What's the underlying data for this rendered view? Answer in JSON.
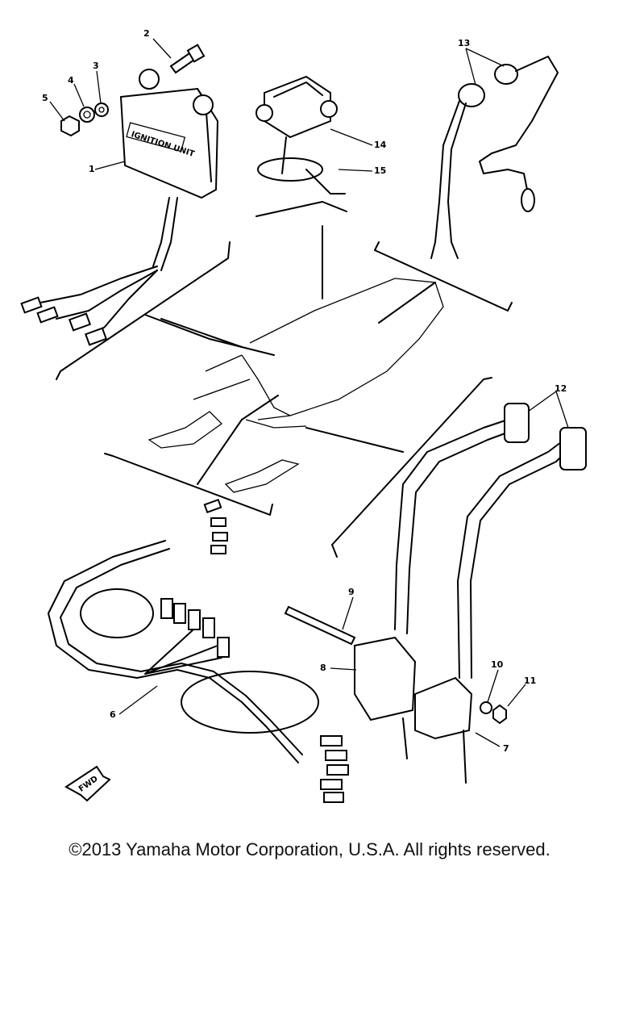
{
  "diagram": {
    "unit_label": "IGNITION UNIT",
    "fwd_label": "FWD",
    "callouts": [
      {
        "id": "c1",
        "label": "1"
      },
      {
        "id": "c2",
        "label": "2"
      },
      {
        "id": "c3",
        "label": "3"
      },
      {
        "id": "c4",
        "label": "4"
      },
      {
        "id": "c5",
        "label": "5"
      },
      {
        "id": "c6",
        "label": "6"
      },
      {
        "id": "c7",
        "label": "7"
      },
      {
        "id": "c8",
        "label": "8"
      },
      {
        "id": "c9",
        "label": "9"
      },
      {
        "id": "c10",
        "label": "10"
      },
      {
        "id": "c11",
        "label": "11"
      },
      {
        "id": "c12",
        "label": "12"
      },
      {
        "id": "c13",
        "label": "13"
      },
      {
        "id": "c14",
        "label": "14"
      },
      {
        "id": "c15",
        "label": "15"
      }
    ]
  },
  "footer": {
    "copyright": "©2013 Yamaha Motor Corporation, U.S.A. All rights reserved."
  }
}
